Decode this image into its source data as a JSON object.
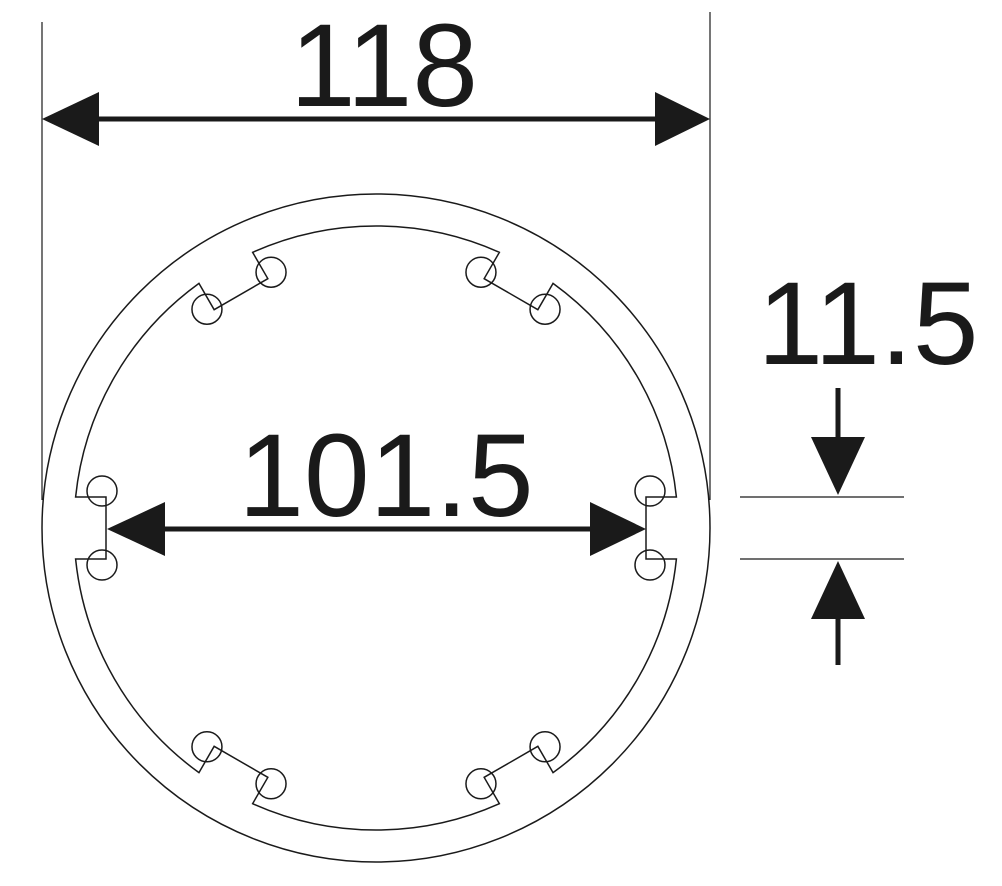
{
  "dimensions": {
    "outer_diameter": "118",
    "inner_diameter": "101.5",
    "slot_width": "11.5"
  },
  "colors": {
    "line": "#1a1a1a",
    "background": "#ffffff"
  }
}
